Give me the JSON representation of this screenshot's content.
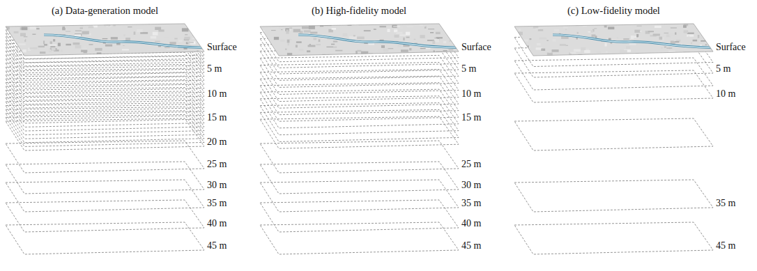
{
  "diagram": {
    "labels": [
      "(a) Data-generation model",
      "Surface",
      "5 m",
      "10 m",
      "15 m",
      "20 m",
      "25 m",
      "30 m",
      "35 m",
      "40 m",
      "45 m",
      "(b) High-fidelity model",
      "Surface",
      "5 m",
      "10 m",
      "15 m",
      "25 m",
      "30 m",
      "35 m",
      "40 m",
      "45 m",
      "(c) Low-fidelity model",
      "Surface",
      "5 m",
      "10 m",
      "35 m",
      "45 m"
    ]
  }
}
